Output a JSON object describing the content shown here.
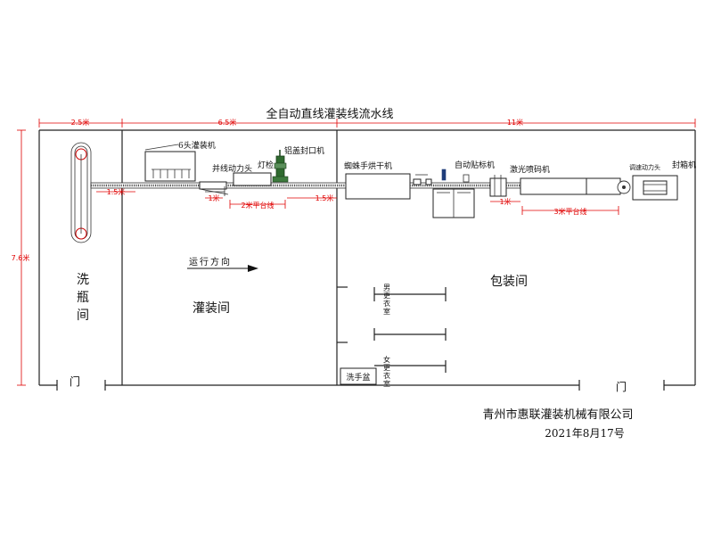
{
  "title": "全自动直线灌装线流水线",
  "dimensions": {
    "top_1": "2.5米",
    "top_2": "6.5米",
    "top_3": "11米",
    "height": "7.6米",
    "conv_1": "1.5米",
    "conv_2": "1米",
    "platform_1": "2米平台线",
    "conv_3": "1.5米",
    "conv_4": "1米",
    "platform_2": "3米平台线"
  },
  "machines": {
    "filler": "6头灌装机",
    "merge_power": "并线动力头",
    "light_check": "灯检",
    "capper": "铝盖封口机",
    "dryer": "蜘蛛手烘干机",
    "labeler": "自动贴标机",
    "laser": "激光喷码机",
    "speed_power": "调速动力头",
    "box_sealer": "封箱机"
  },
  "rooms": {
    "bottle_wash": [
      "洗",
      "瓶",
      "间"
    ],
    "filling": "灌装间",
    "packing": "包装间",
    "male_locker": [
      "男",
      "更",
      "衣",
      "室"
    ],
    "female_locker": [
      "女",
      "更",
      "衣",
      "室"
    ],
    "washbasin": "洗手盆"
  },
  "direction": "运行方向",
  "doors": [
    "门",
    "门"
  ],
  "company": "青州市惠联灌装机械有限公司",
  "date": "2021年8月17号"
}
